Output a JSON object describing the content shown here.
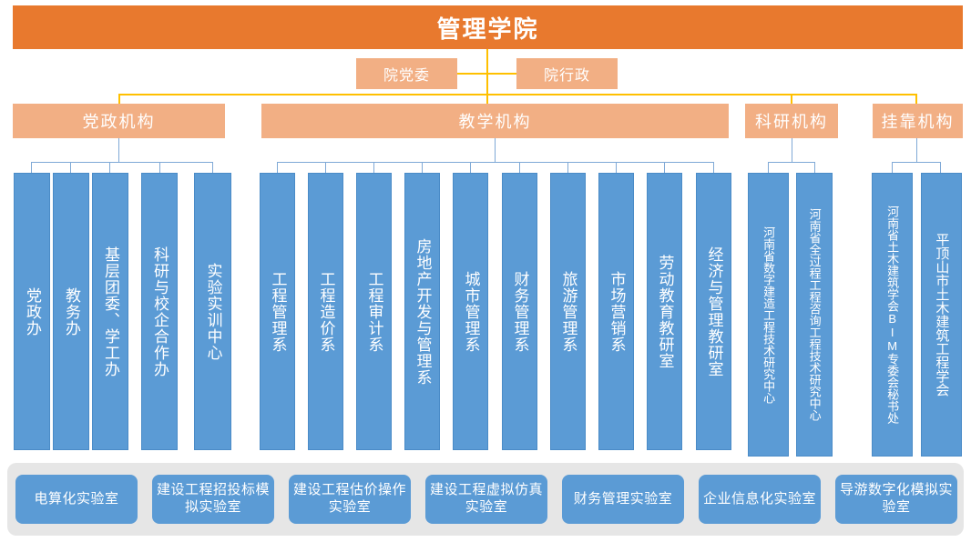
{
  "root": {
    "label": "管理学院"
  },
  "secondary": [
    {
      "label": "院党委"
    },
    {
      "label": "院行政"
    }
  ],
  "categories": [
    {
      "label": "党政机构"
    },
    {
      "label": "教学机构"
    },
    {
      "label": "科研机构"
    },
    {
      "label": "挂靠机构"
    }
  ],
  "admin_units": [
    {
      "label": "党政办"
    },
    {
      "label": "教务办"
    },
    {
      "label": "基层团委、学工办"
    },
    {
      "label": "科研与校企合作办"
    },
    {
      "label": "实验实训中心"
    }
  ],
  "teaching_units": [
    {
      "label": "工程管理系"
    },
    {
      "label": "工程造价系"
    },
    {
      "label": "工程审计系"
    },
    {
      "label": "房地产开发与管理系"
    },
    {
      "label": "城市管理系"
    },
    {
      "label": "财务管理系"
    },
    {
      "label": "旅游管理系"
    },
    {
      "label": "市场营销系"
    },
    {
      "label": "劳动教育教研室"
    },
    {
      "label": "经济与管理教研室"
    }
  ],
  "research_units": [
    {
      "label": "河南省数字建造工程技术研究中心"
    },
    {
      "label": "河南省全过程工程咨询工程技术研究中心"
    }
  ],
  "affiliate_units": [
    {
      "label": "河南省土木建筑学会BIM专委会秘书处"
    },
    {
      "label": "平顶山市土木建筑工程学会"
    }
  ],
  "laboratories": [
    {
      "label": "电算化实验室"
    },
    {
      "label": "建设工程招投标模拟实验室"
    },
    {
      "label": "建设工程估价操作实验室"
    },
    {
      "label": "建设工程虚拟仿真实验室"
    },
    {
      "label": "财务管理实验室"
    },
    {
      "label": "企业信息化实验室"
    },
    {
      "label": "导游数字化模拟实验室"
    }
  ],
  "colors": {
    "root_orange": "#E8792E",
    "light_orange": "#F2AF84",
    "blue": "#5B9BD5",
    "connector_gold": "#FFC000",
    "connector_blue": "#7FA9D6",
    "tray_gray": "#E6E6E6",
    "text_white": "#FFFFFF"
  }
}
